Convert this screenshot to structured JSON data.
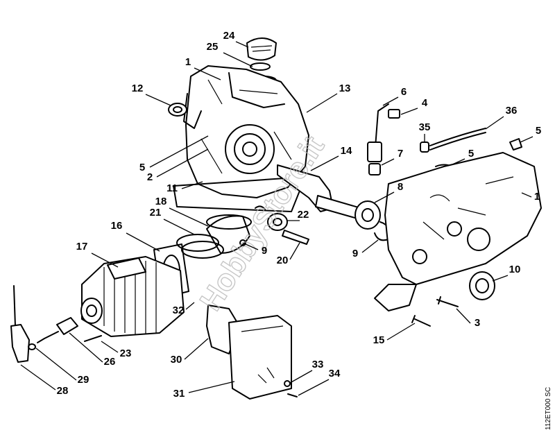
{
  "diagram": {
    "callouts": [
      "24",
      "25",
      "1",
      "12",
      "13",
      "6",
      "4",
      "36",
      "35",
      "5",
      "5",
      "7",
      "14",
      "2",
      "11",
      "8",
      "1",
      "22",
      "21",
      "18",
      "16",
      "17",
      "9",
      "9",
      "20",
      "10",
      "32",
      "3",
      "23",
      "15",
      "26",
      "30",
      "29",
      "33",
      "34",
      "28",
      "31",
      "5"
    ],
    "drawing_code": "112ET000 SC",
    "watermark": "HobbyStore.it"
  }
}
